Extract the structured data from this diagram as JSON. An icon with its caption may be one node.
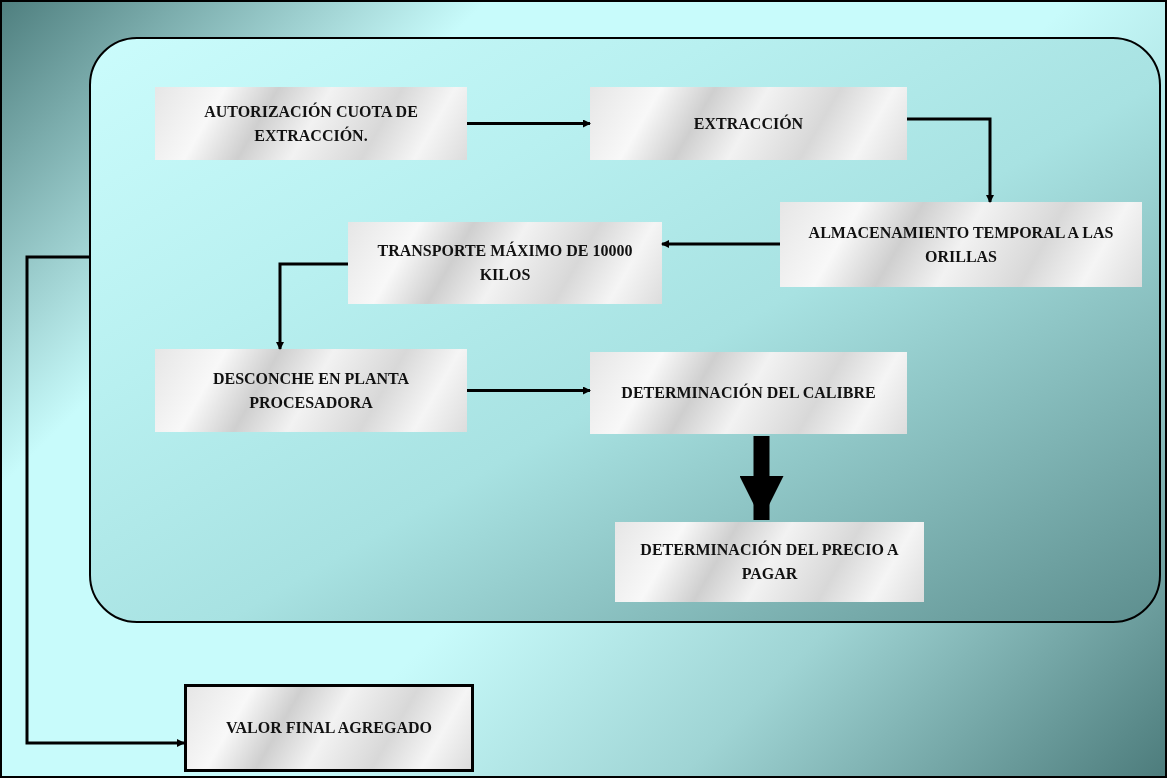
{
  "diagram": {
    "nodes": [
      {
        "text": [],
        "shape": "box"
      },
      {
        "text": [
          "AUTORIZACIÓN CUOTA DE EXTRACCIÓN."
        ],
        "in": 0
      },
      {
        "text": [
          "EXTRACCIÓN"
        ],
        "in": 0
      },
      {
        "text": [
          "ALMACENAMIENTO TEMPORAL A LAS ORILLAS"
        ],
        "in": 0
      },
      {
        "text": [
          "TRANSPORTE MÁXIMO DE 10000 KILOS"
        ],
        "in": 0
      },
      {
        "text": [
          "DESCONCHE EN PLANTA PROCESADORA"
        ],
        "in": 0
      },
      {
        "text": [
          "DETERMINACIÓN DEL CALIBRE"
        ],
        "in": 0
      },
      {
        "text": [
          "DETERMINACIÓN DEL PRECIO A PAGAR"
        ],
        "in": 0
      },
      {
        "text": [
          "VALOR FINAL AGREGADO"
        ]
      }
    ],
    "edges": [
      {
        "from": 1,
        "to": 2,
        "arrow": "to"
      },
      {
        "from": 2,
        "to": 3,
        "arrow": "to"
      },
      {
        "from": 3,
        "to": 4,
        "arrow": "to"
      },
      {
        "from": 4,
        "to": 5,
        "arrow": "to"
      },
      {
        "from": 5,
        "to": 6,
        "arrow": "to"
      },
      {
        "from": 6,
        "to": 7,
        "arrow": "to",
        "style": "thick"
      },
      {
        "from": 0,
        "to": 8,
        "arrow": "to"
      }
    ]
  }
}
